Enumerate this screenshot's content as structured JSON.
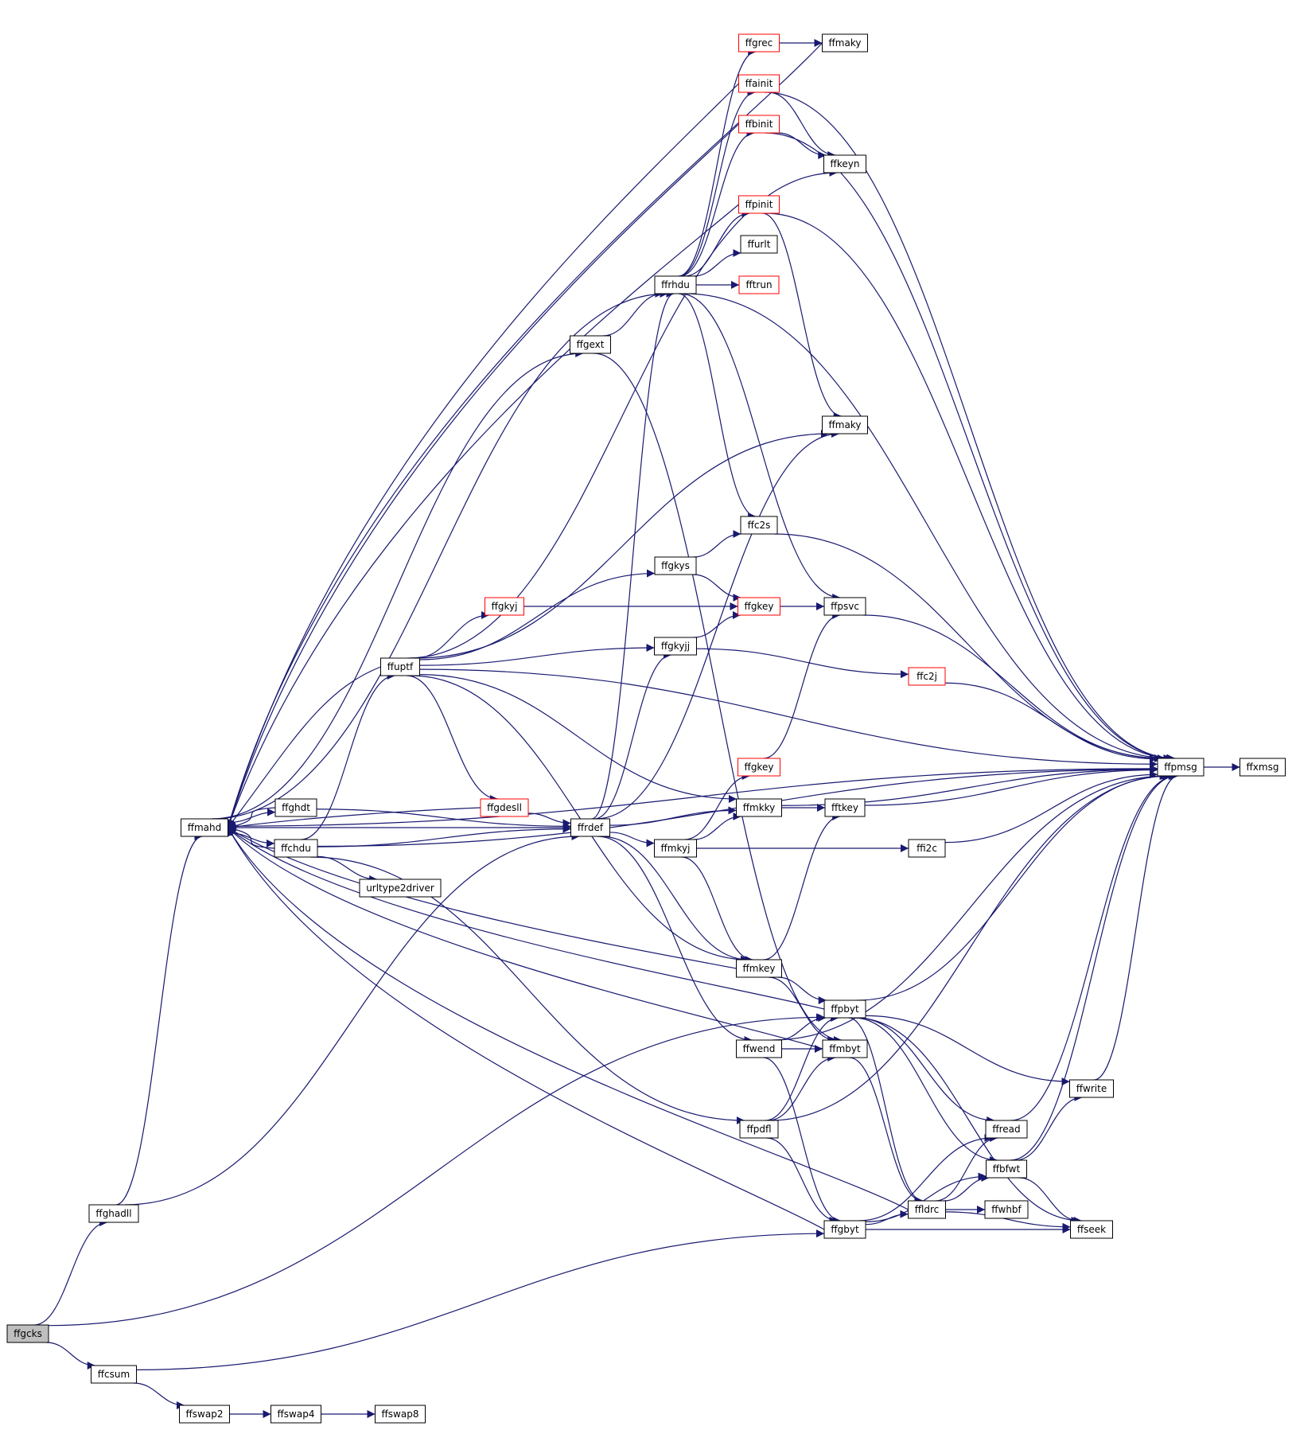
{
  "title": "",
  "colors": {
    "edge": "#191970",
    "node_border": "#000000",
    "node_border_truncated": "#ff0000",
    "root_fill": "#bfbfbf",
    "node_fill": "#ffffff"
  },
  "nodes": [
    {
      "id": "ffgcks",
      "label": "ffgcks",
      "root": true
    },
    {
      "id": "ffghadll",
      "label": "ffghadll"
    },
    {
      "id": "ffmahd",
      "label": "ffmahd"
    },
    {
      "id": "ffcsum",
      "label": "ffcsum"
    },
    {
      "id": "ffswap2",
      "label": "ffswap2"
    },
    {
      "id": "ffswap4",
      "label": "ffswap4"
    },
    {
      "id": "ffswap8",
      "label": "ffswap8"
    },
    {
      "id": "ffghdt",
      "label": "ffghdt"
    },
    {
      "id": "ffchdu",
      "label": "ffchdu"
    },
    {
      "id": "urltype2driver",
      "label": "urltype2driver"
    },
    {
      "id": "ffuptf",
      "label": "ffuptf"
    },
    {
      "id": "ffgdesll",
      "label": "ffgdesll",
      "truncated": true
    },
    {
      "id": "ffrdef",
      "label": "ffrdef"
    },
    {
      "id": "ffgkyj",
      "label": "ffgkyj",
      "truncated": true
    },
    {
      "id": "ffgext",
      "label": "ffgext"
    },
    {
      "id": "ffrhdu",
      "label": "ffrhdu"
    },
    {
      "id": "ffgkys",
      "label": "ffgkys"
    },
    {
      "id": "ffgkyjj",
      "label": "ffgkyjj"
    },
    {
      "id": "ffmkyj",
      "label": "ffmkyj"
    },
    {
      "id": "ffgrec",
      "label": "ffgrec",
      "truncated": true
    },
    {
      "id": "ffainit",
      "label": "ffainit",
      "truncated": true
    },
    {
      "id": "ffbinit",
      "label": "ffbinit",
      "truncated": true
    },
    {
      "id": "ffpinit",
      "label": "ffpinit",
      "truncated": true
    },
    {
      "id": "ffurlt",
      "label": "ffurlt"
    },
    {
      "id": "fftrun",
      "label": "fftrun",
      "truncated": true
    },
    {
      "id": "ffc2s",
      "label": "ffc2s"
    },
    {
      "id": "ffgkey_a",
      "label": "ffgkey",
      "truncated": true
    },
    {
      "id": "ffgkey_b",
      "label": "ffgkey",
      "truncated": true
    },
    {
      "id": "ffmkky",
      "label": "ffmkky"
    },
    {
      "id": "ffmkey",
      "label": "ffmkey"
    },
    {
      "id": "ffwend",
      "label": "ffwend"
    },
    {
      "id": "ffpdfl",
      "label": "ffpdfl"
    },
    {
      "id": "ffmaky_top",
      "label": "ffmaky"
    },
    {
      "id": "ffkeyn",
      "label": "ffkeyn"
    },
    {
      "id": "ffmaky_mid",
      "label": "ffmaky"
    },
    {
      "id": "ffpsvc",
      "label": "ffpsvc"
    },
    {
      "id": "fftkey",
      "label": "fftkey"
    },
    {
      "id": "ffpbyt",
      "label": "ffpbyt"
    },
    {
      "id": "ffmbyt",
      "label": "ffmbyt"
    },
    {
      "id": "ffgbyt",
      "label": "ffgbyt"
    },
    {
      "id": "ffc2j",
      "label": "ffc2j",
      "truncated": true
    },
    {
      "id": "ffi2c",
      "label": "ffi2c"
    },
    {
      "id": "ffldrc",
      "label": "ffldrc"
    },
    {
      "id": "ffread",
      "label": "ffread"
    },
    {
      "id": "ffbfwt",
      "label": "ffbfwt"
    },
    {
      "id": "ffwhbf",
      "label": "ffwhbf"
    },
    {
      "id": "ffwrite",
      "label": "ffwrite"
    },
    {
      "id": "ffseek",
      "label": "ffseek"
    },
    {
      "id": "ffpmsg",
      "label": "ffpmsg"
    },
    {
      "id": "ffxmsg",
      "label": "ffxmsg"
    }
  ],
  "edges": [
    [
      "ffgcks",
      "ffghadll"
    ],
    [
      "ffgcks",
      "ffcsum"
    ],
    [
      "ffgcks",
      "ffpbyt"
    ],
    [
      "ffghadll",
      "ffmahd"
    ],
    [
      "ffghadll",
      "ffrdef"
    ],
    [
      "ffcsum",
      "ffswap2"
    ],
    [
      "ffcsum",
      "ffgbyt"
    ],
    [
      "ffswap2",
      "ffswap4"
    ],
    [
      "ffswap4",
      "ffswap8"
    ],
    [
      "ffmahd",
      "ffghdt"
    ],
    [
      "ffmahd",
      "ffchdu"
    ],
    [
      "ffmahd",
      "ffrhdu"
    ],
    [
      "ffmahd",
      "ffgext"
    ],
    [
      "ffmahd",
      "ffpmsg"
    ],
    [
      "ffghdt",
      "ffmahd"
    ],
    [
      "ffghdt",
      "ffrdef"
    ],
    [
      "ffchdu",
      "ffmahd"
    ],
    [
      "ffchdu",
      "ffuptf"
    ],
    [
      "ffchdu",
      "urltype2driver"
    ],
    [
      "ffchdu",
      "ffrdef"
    ],
    [
      "ffchdu",
      "ffpdfl"
    ],
    [
      "ffchdu",
      "ffpmsg"
    ],
    [
      "ffuptf",
      "ffgkys"
    ],
    [
      "ffuptf",
      "ffgkyj"
    ],
    [
      "ffuptf",
      "ffgkyjj"
    ],
    [
      "ffuptf",
      "ffgdesll"
    ],
    [
      "ffuptf",
      "ffmaky_mid"
    ],
    [
      "ffuptf",
      "ffkeyn"
    ],
    [
      "ffuptf",
      "ffmkky"
    ],
    [
      "ffuptf",
      "ffmkey"
    ],
    [
      "ffuptf",
      "ffpmsg"
    ],
    [
      "ffuptf",
      "ffmahd"
    ],
    [
      "ffgdesll",
      "ffrdef"
    ],
    [
      "ffgdesll",
      "ffmahd"
    ],
    [
      "ffrdef",
      "ffmahd"
    ],
    [
      "ffrdef",
      "ffrhdu"
    ],
    [
      "ffrdef",
      "ffgkyjj"
    ],
    [
      "ffrdef",
      "ffmaky_mid"
    ],
    [
      "ffrdef",
      "ffmkky"
    ],
    [
      "ffrdef",
      "ffmkyj"
    ],
    [
      "ffrdef",
      "ffmkey"
    ],
    [
      "ffrdef",
      "ffwend"
    ],
    [
      "ffgkyj",
      "ffgkey_a"
    ],
    [
      "ffgext",
      "ffrhdu"
    ],
    [
      "ffgext",
      "ffmbyt"
    ],
    [
      "ffrhdu",
      "ffgrec"
    ],
    [
      "ffrhdu",
      "ffainit"
    ],
    [
      "ffrhdu",
      "ffbinit"
    ],
    [
      "ffrhdu",
      "ffpinit"
    ],
    [
      "ffrhdu",
      "ffurlt"
    ],
    [
      "ffrhdu",
      "fftrun"
    ],
    [
      "ffrhdu",
      "ffc2s"
    ],
    [
      "ffrhdu",
      "ffpsvc"
    ],
    [
      "ffrhdu",
      "ffpmsg"
    ],
    [
      "ffgrec",
      "ffmaky_top"
    ],
    [
      "ffmaky_top",
      "ffmahd"
    ],
    [
      "ffainit",
      "ffkeyn"
    ],
    [
      "ffainit",
      "ffpmsg"
    ],
    [
      "ffainit",
      "ffmahd"
    ],
    [
      "ffbinit",
      "ffkeyn"
    ],
    [
      "ffbinit",
      "ffpmsg"
    ],
    [
      "ffbinit",
      "ffmahd"
    ],
    [
      "ffpinit",
      "ffmaky_mid"
    ],
    [
      "ffpinit",
      "ffpmsg"
    ],
    [
      "ffpinit",
      "ffmahd"
    ],
    [
      "ffgkys",
      "ffc2s"
    ],
    [
      "ffgkys",
      "ffgkey_a"
    ],
    [
      "ffgkyjj",
      "ffgkey_a"
    ],
    [
      "ffgkyjj",
      "ffc2j"
    ],
    [
      "ffgkey_a",
      "ffpsvc"
    ],
    [
      "ffc2s",
      "ffpmsg"
    ],
    [
      "ffpsvc",
      "ffpmsg"
    ],
    [
      "ffc2j",
      "ffpmsg"
    ],
    [
      "ffmkyj",
      "ffgkey_b"
    ],
    [
      "ffmkyj",
      "ffmkky"
    ],
    [
      "ffmkyj",
      "ffi2c"
    ],
    [
      "ffmkyj",
      "ffmkey"
    ],
    [
      "ffgkey_b",
      "ffpsvc"
    ],
    [
      "ffmkky",
      "fftkey"
    ],
    [
      "ffmkky",
      "ffpmsg"
    ],
    [
      "fftkey",
      "ffpmsg"
    ],
    [
      "ffi2c",
      "ffpmsg"
    ],
    [
      "ffmkey",
      "ffmahd"
    ],
    [
      "ffmkey",
      "fftkey"
    ],
    [
      "ffmkey",
      "ffpbyt"
    ],
    [
      "ffmkey",
      "ffmbyt"
    ],
    [
      "ffwend",
      "ffpbyt"
    ],
    [
      "ffwend",
      "ffmbyt"
    ],
    [
      "ffwend",
      "ffgbyt"
    ],
    [
      "ffwend",
      "ffpmsg"
    ],
    [
      "ffpdfl",
      "ffpbyt"
    ],
    [
      "ffpdfl",
      "ffmbyt"
    ],
    [
      "ffpdfl",
      "ffgbyt"
    ],
    [
      "ffpdfl",
      "ffpmsg"
    ],
    [
      "ffpbyt",
      "ffmahd"
    ],
    [
      "ffpbyt",
      "ffread"
    ],
    [
      "ffpbyt",
      "ffbfwt"
    ],
    [
      "ffpbyt",
      "ffldrc"
    ],
    [
      "ffpbyt",
      "ffwrite"
    ],
    [
      "ffpbyt",
      "ffseek"
    ],
    [
      "ffpbyt",
      "ffpmsg"
    ],
    [
      "ffmbyt",
      "ffmahd"
    ],
    [
      "ffmbyt",
      "ffldrc"
    ],
    [
      "ffgbyt",
      "ffmahd"
    ],
    [
      "ffgbyt",
      "ffread"
    ],
    [
      "ffgbyt",
      "ffbfwt"
    ],
    [
      "ffgbyt",
      "ffldrc"
    ],
    [
      "ffgbyt",
      "ffseek"
    ],
    [
      "ffldrc",
      "ffmahd"
    ],
    [
      "ffldrc",
      "ffread"
    ],
    [
      "ffldrc",
      "ffbfwt"
    ],
    [
      "ffldrc",
      "ffwhbf"
    ],
    [
      "ffldrc",
      "ffseek"
    ],
    [
      "ffread",
      "ffpmsg"
    ],
    [
      "ffbfwt",
      "ffwrite"
    ],
    [
      "ffbfwt",
      "ffseek"
    ],
    [
      "ffbfwt",
      "ffpmsg"
    ],
    [
      "ffwrite",
      "ffpmsg"
    ],
    [
      "ffpmsg",
      "ffxmsg"
    ]
  ]
}
